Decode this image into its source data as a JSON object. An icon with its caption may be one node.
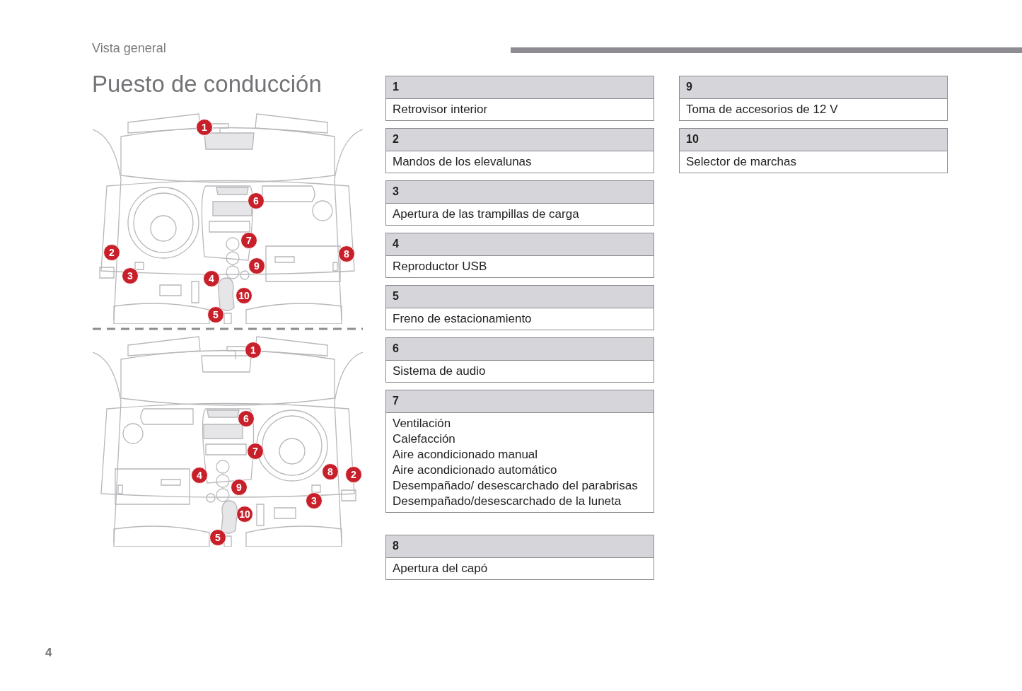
{
  "diagram": {
    "title": "Puesto de conducción",
    "labels": [
      "Vista general",
      "1",
      "6",
      "7",
      "2",
      "8",
      "9",
      "3",
      "4",
      "10",
      "5",
      "1",
      "6",
      "7",
      "8",
      "2",
      "4",
      "9",
      "3",
      "10",
      "5",
      "1",
      "Retrovisor interior",
      "2",
      "Mandos de los elevalunas",
      "3",
      "Apertura de las trampillas de carga",
      "4",
      "Reproductor USB",
      "5",
      "Freno de estacionamiento",
      "6",
      "Sistema de audio",
      "7",
      "Ventilación",
      "Calefacción",
      "Aire acondicionado manual",
      "Aire acondicionado automático",
      "Desempañado/ desescarchado del parabrisas",
      "Desempañado/desescarchado de la luneta",
      "8",
      "Apertura del capó",
      "9",
      "Toma de accesorios de 12 V",
      "10",
      "Selector de marchas",
      "4"
    ]
  }
}
